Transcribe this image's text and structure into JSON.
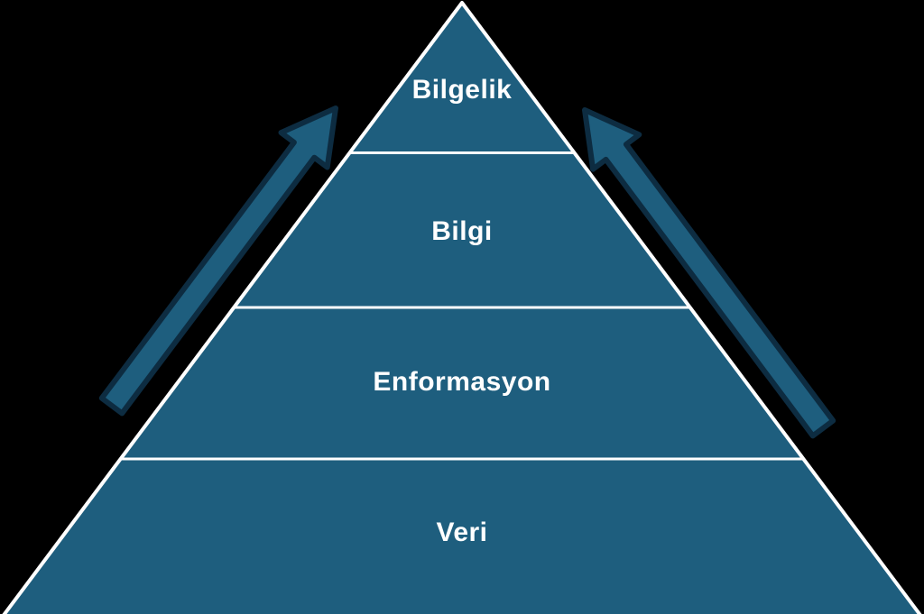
{
  "levels": [
    {
      "label": "Bilgelik"
    },
    {
      "label": "Bilgi"
    },
    {
      "label": "Enformasyon"
    },
    {
      "label": "Veri"
    }
  ],
  "icons": {
    "left_arrow": "up-right-arrow",
    "right_arrow": "up-left-arrow"
  },
  "colors": {
    "background": "#000000",
    "pyramid_fill": "#1e5e7e",
    "outline": "#ffffff",
    "divider": "#ffffff",
    "arrow_fill": "#1e5e7e",
    "arrow_outline": "#0d2c41",
    "label_text": "#ffffff"
  }
}
